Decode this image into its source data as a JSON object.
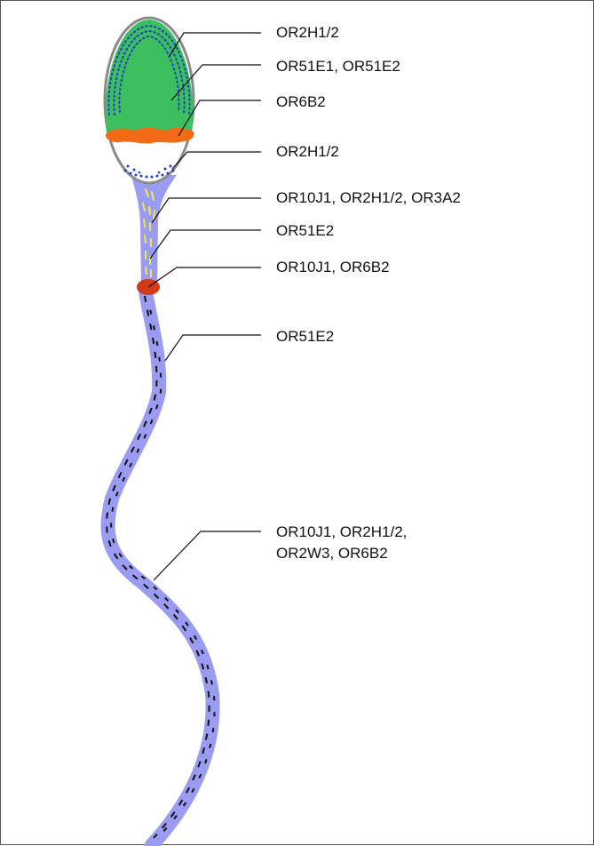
{
  "diagram": {
    "labels": [
      "OR2H1/2",
      "OR51E1, OR51E2",
      "OR6B2",
      "OR2H1/2",
      "OR10J1, OR2H1/2, OR3A2",
      "OR51E2",
      "OR10J1, OR6B2",
      "OR51E2",
      "OR10J1, OR2H1/2,",
      "OR2W3, OR6B2"
    ]
  },
  "colors": {
    "acrosome": "#3cbf5e",
    "acrosome_dots": "#1f3fbf",
    "equatorial_segment": "#f26a16",
    "postacrosomal_dots": "#1f3fbf",
    "tail": "#9a9cf2",
    "midpiece_dashes": "#f2e84a",
    "centriole": "#d23a1a",
    "flagellum_dashes": "#111111",
    "head_outline": "#8a8a8a",
    "leader_line": "#111111"
  }
}
